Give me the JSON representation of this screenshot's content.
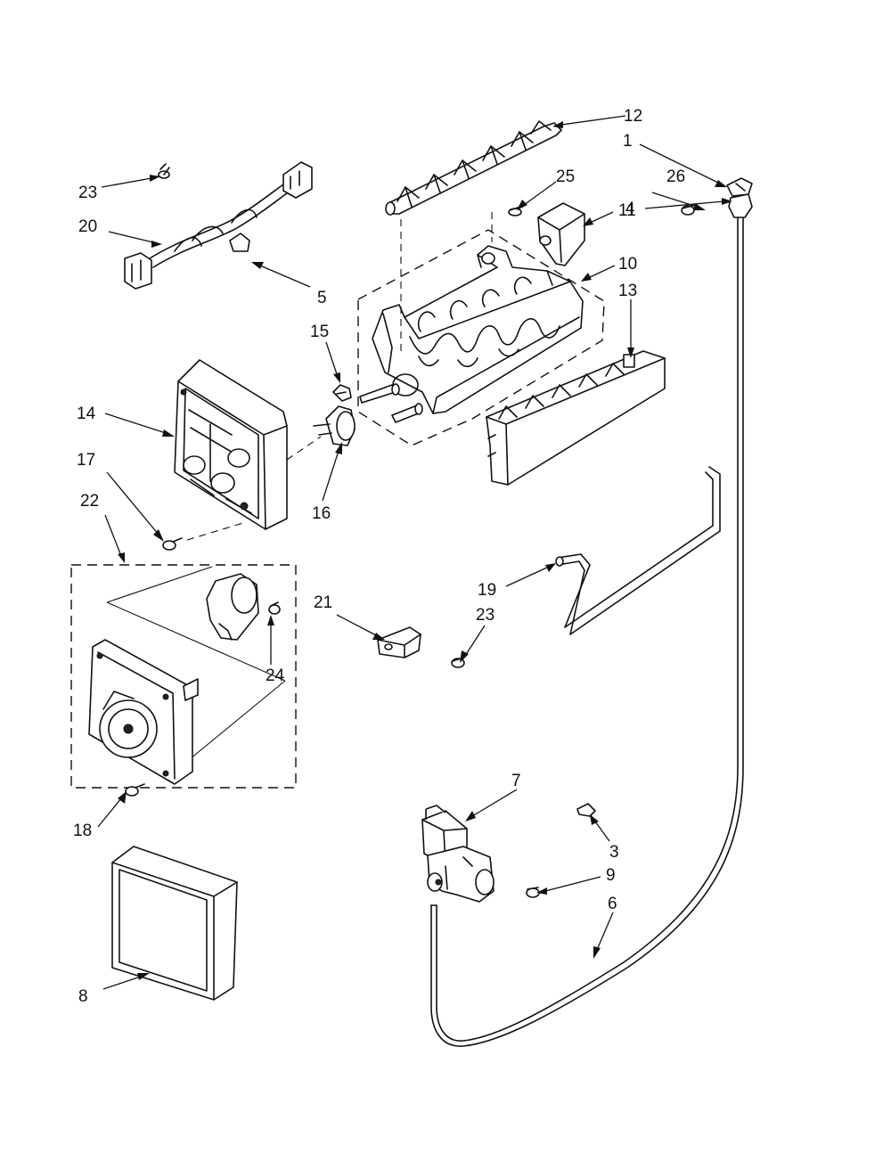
{
  "callouts": [
    {
      "id": "c1",
      "label": "1"
    },
    {
      "id": "c3",
      "label": "3"
    },
    {
      "id": "c4",
      "label": "4"
    },
    {
      "id": "c5",
      "label": "5"
    },
    {
      "id": "c6",
      "label": "6"
    },
    {
      "id": "c7",
      "label": "7"
    },
    {
      "id": "c8",
      "label": "8"
    },
    {
      "id": "c9",
      "label": "9"
    },
    {
      "id": "c10",
      "label": "10"
    },
    {
      "id": "c11",
      "label": "11"
    },
    {
      "id": "c12",
      "label": "12"
    },
    {
      "id": "c13",
      "label": "13"
    },
    {
      "id": "c14",
      "label": "14"
    },
    {
      "id": "c15",
      "label": "15"
    },
    {
      "id": "c16",
      "label": "16"
    },
    {
      "id": "c17",
      "label": "17"
    },
    {
      "id": "c18",
      "label": "18"
    },
    {
      "id": "c19",
      "label": "19"
    },
    {
      "id": "c20",
      "label": "20"
    },
    {
      "id": "c21",
      "label": "21"
    },
    {
      "id": "c22",
      "label": "22"
    },
    {
      "id": "c23a",
      "label": "23"
    },
    {
      "id": "c23b",
      "label": "23"
    },
    {
      "id": "c24",
      "label": "24"
    },
    {
      "id": "c25",
      "label": "25"
    },
    {
      "id": "c26",
      "label": "26"
    }
  ]
}
